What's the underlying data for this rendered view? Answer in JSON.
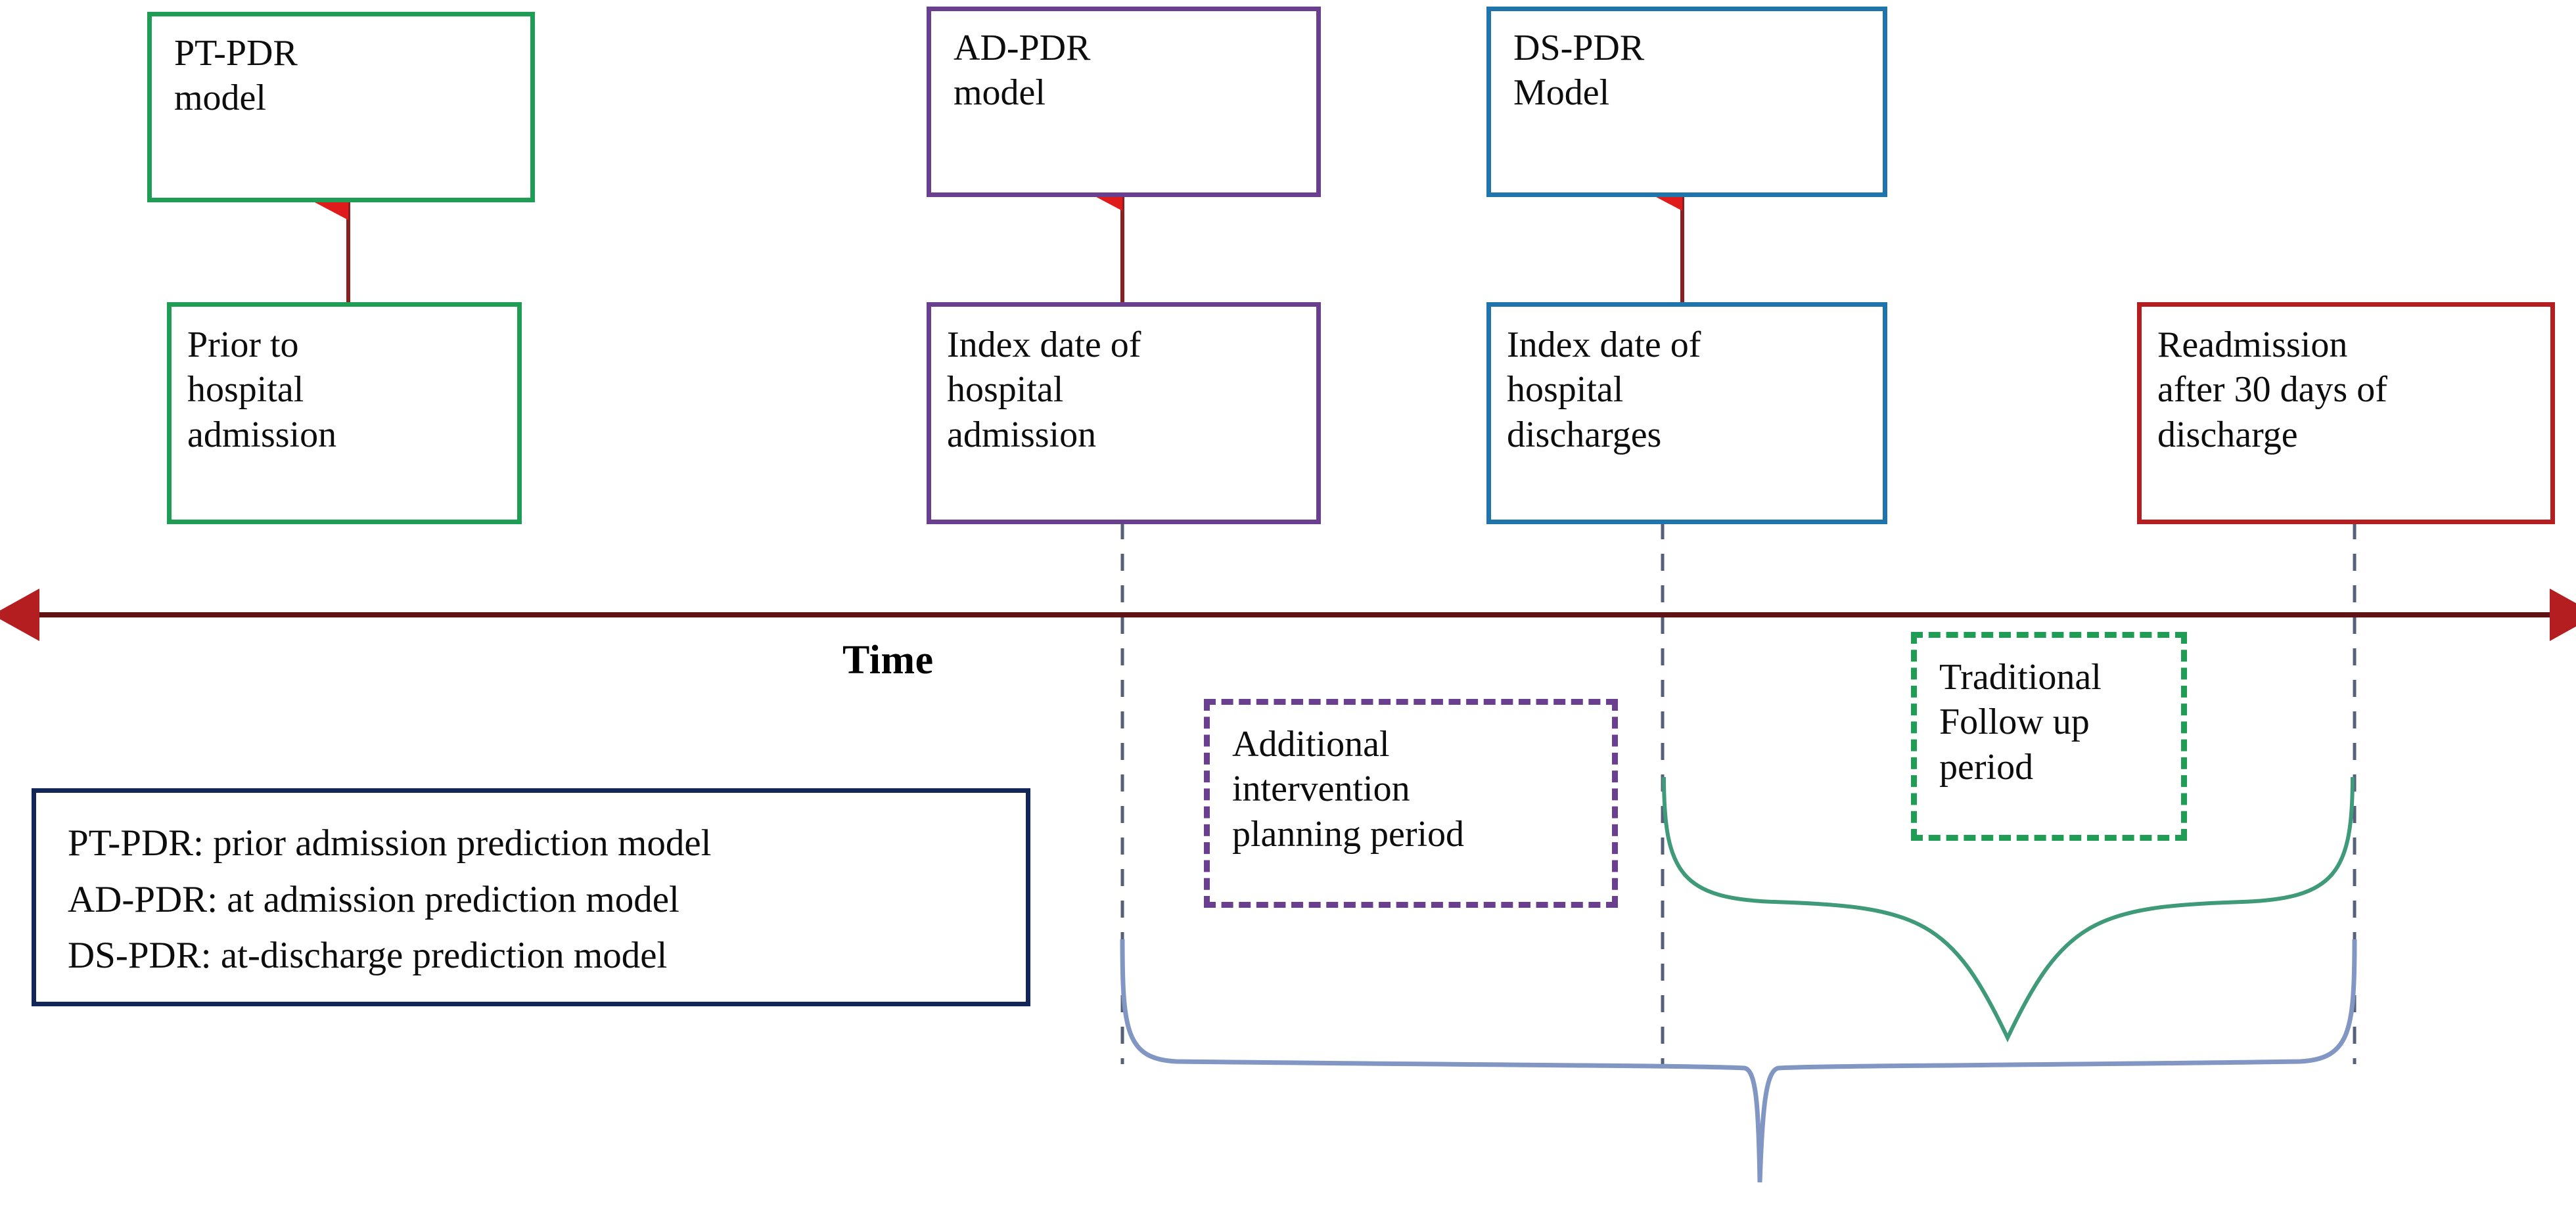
{
  "figure": {
    "type": "timeline-diagram",
    "title_label": "Time",
    "axis": {
      "label": "Time",
      "color": "#8c1f1f",
      "direction": "bidirectional"
    },
    "colors": {
      "green": "#1f9d55",
      "purple": "#6b3f8f",
      "blue": "#1f74ab",
      "red": "#b51e20",
      "navy": "#12265a",
      "brace_blue": "#7b8fc0",
      "brace_green": "#3f9a7a",
      "connector_red": "#c0392b",
      "dash_gray": "#55607a"
    },
    "model_boxes": [
      {
        "id": "pt-pdr",
        "label": "PT-PDR\nmodel",
        "color": "#1f9d55"
      },
      {
        "id": "ad-pdr",
        "label": "AD-PDR\nmodel",
        "color": "#6b3f8f"
      },
      {
        "id": "ds-pdr",
        "label": "DS-PDR\nModel",
        "color": "#1f74ab"
      }
    ],
    "event_boxes": [
      {
        "id": "prior-admission",
        "label": "Prior to\nhospital\nadmission",
        "color": "#1f9d55"
      },
      {
        "id": "index-admission",
        "label": "Index date of\nhospital\nadmission",
        "color": "#6b3f8f"
      },
      {
        "id": "index-discharge",
        "label": "Index date of\nhospital\ndischarges",
        "color": "#1f74ab"
      },
      {
        "id": "readmission",
        "label": "Readmission\nafter 30 days of\ndischarge",
        "color": "#b51e20"
      }
    ],
    "period_boxes": [
      {
        "id": "additional-intervention",
        "label": "Additional\nintervention\nplanning period",
        "color": "#6b3f8f"
      },
      {
        "id": "traditional-followup",
        "label": "Traditional\nFollow up\nperiod",
        "color": "#1f9d55"
      }
    ],
    "legend": {
      "lines": [
        "PT-PDR: prior admission prediction model",
        "AD-PDR: at admission prediction model",
        "DS-PDR: at-discharge  prediction model"
      ]
    }
  }
}
